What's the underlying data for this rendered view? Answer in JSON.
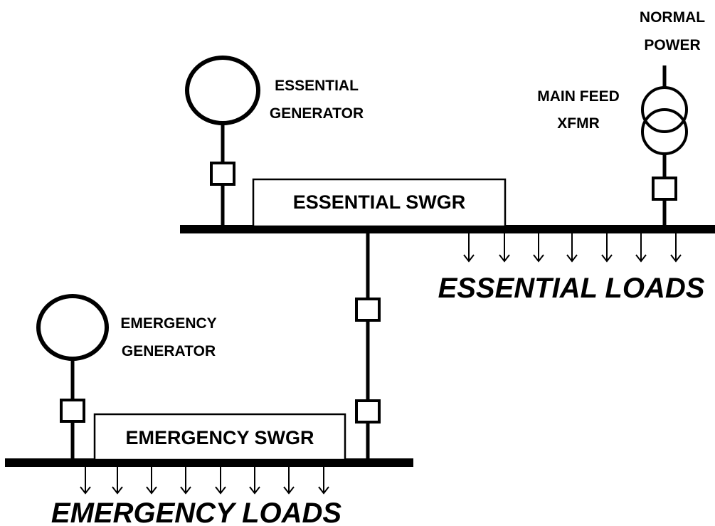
{
  "labels": {
    "normal_power_line1": "NORMAL",
    "normal_power_line2": "POWER",
    "main_feed_line1": "MAIN FEED",
    "main_feed_line2": "XFMR",
    "essential_gen_line1": "ESSENTIAL",
    "essential_gen_line2": "GENERATOR",
    "essential_swgr": "ESSENTIAL SWGR",
    "essential_loads": "ESSENTIAL LOADS",
    "emergency_gen_line1": "EMERGENCY",
    "emergency_gen_line2": "GENERATOR",
    "emergency_swgr": "EMERGENCY SWGR",
    "emergency_loads": "EMERGENCY LOADS"
  },
  "colors": {
    "line": "#000000",
    "background": "#ffffff"
  }
}
